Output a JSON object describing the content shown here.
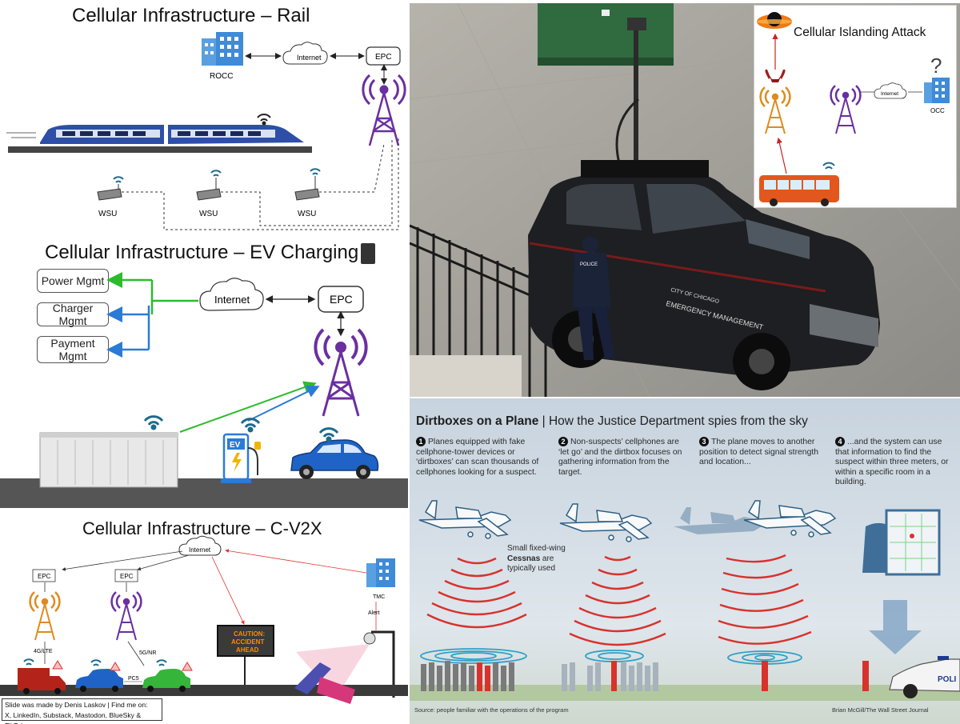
{
  "rail": {
    "title": "Cellular Infrastructure – Rail",
    "rocc": "ROCC",
    "internet": "Internet",
    "epc": "EPC",
    "wsu": [
      "WSU",
      "WSU",
      "WSU"
    ]
  },
  "ev": {
    "title": "Cellular Infrastructure – EV Charging",
    "boxes": [
      "Power Mgmt",
      "Charger Mgmt",
      "Payment Mgmt"
    ],
    "internet": "Internet",
    "epc": "EPC",
    "ev_label": "EV"
  },
  "cv2x": {
    "title": "Cellular Infrastructure – C-V2X",
    "internet": "Internet",
    "epc_left": "EPC",
    "epc_right": "EPC",
    "tmc": "TMC",
    "alert": "Alert",
    "lte": "4G/LTE",
    "nr": "5G/NR",
    "pc5": "PC5",
    "sign": [
      "CAUTION:",
      "ACCIDENT",
      "AHEAD"
    ]
  },
  "credit": {
    "line1": "Slide was made by Denis Laskov | Find me on:",
    "line2": "X, LinkedIn, Substack, Mastodon, BlueSky & TikTok"
  },
  "photo": {
    "door_text": [
      "CITY OF CHICAGO",
      "EMERGENCY MANAGEMENT"
    ],
    "police": "POLICE"
  },
  "islanding": {
    "title": "Cellular Islanding Attack",
    "internet": "Internet",
    "occ": "OCC",
    "question": "?"
  },
  "dirtbox": {
    "title_bold": "Dirtboxes on a Plane",
    "title_rest": " | How the Justice Department spies from the sky",
    "steps": [
      {
        "n": "1",
        "text": "Planes equipped with fake cellphone-tower devices or ‘dirtboxes’ can scan thousands of cellphones looking for a suspect."
      },
      {
        "n": "2",
        "text": "Non-suspects’ cellphones are ‘let go’ and the dirtbox focuses on gathering information from the target."
      },
      {
        "n": "3",
        "text": "The plane moves to another position to detect signal strength and location..."
      },
      {
        "n": "4",
        "text": "...and the system can use that information to find the suspect within three meters, or within a specific room in a building."
      }
    ],
    "note_1": "Small fixed-wing",
    "note_2": "Cessnas",
    "note_3": " are",
    "note_4": "typically used",
    "source": "Source: people familiar with the operations of the program",
    "byline": "Brian McGill/The Wall Street Journal",
    "car_text": "POLI"
  },
  "colors": {
    "purple": "#6a2fa0",
    "orange": "#e08a1e",
    "blue_arrow": "#2b7bd6",
    "green_arrow": "#2dbb2d",
    "red_signal": "#d8322c",
    "infographic_bg": "#d3dde6"
  }
}
